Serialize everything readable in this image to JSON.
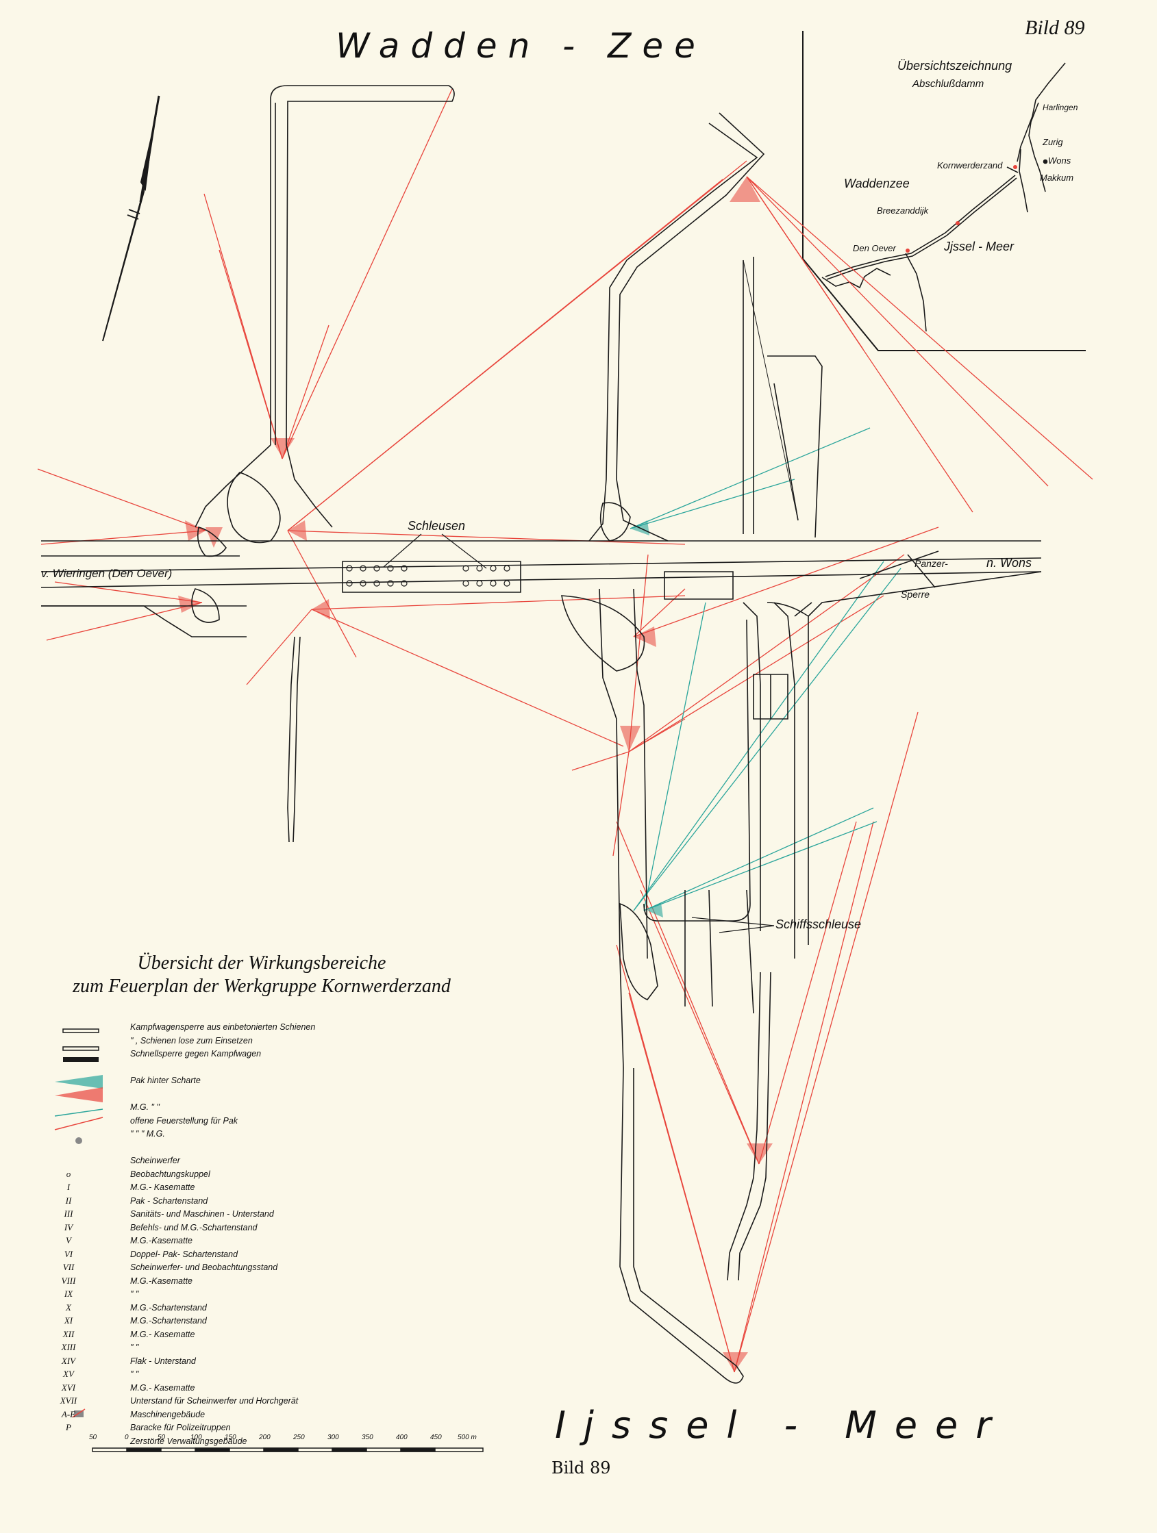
{
  "titles": {
    "sea_top": "Wadden - Zee",
    "sea_bottom": "Ijssel - Meer",
    "bild_top": "Bild 89",
    "bild_bottom": "Bild 89"
  },
  "labels": {
    "schleusen": "Schleusen",
    "wieringen": "v. Wieringen (Den Oever)",
    "wons": "n. Wons",
    "panzer": "Panzer-",
    "sperre": "Sperre",
    "schiffsschleuse": "Schiffsschleuse"
  },
  "inset": {
    "title": "Übersichtszeichnung",
    "subtitle": "Abschlußdamm",
    "places": {
      "harlingen": "Harlingen",
      "zurig": "Zurig",
      "wons": "Wons",
      "makkum": "Makkum",
      "kornwerderzand": "Kornwerderzand",
      "waddenzee": "Waddenzee",
      "breezanddijk": "Breezanddijk",
      "den_oever": "Den Oever",
      "ijssel_meer": "Jjssel - Meer"
    }
  },
  "legend": {
    "title_line1": "Übersicht der Wirkungsbereiche",
    "title_line2": "zum Feuerplan der Werkgruppe Kornwerderzand",
    "items": [
      {
        "symbol": "",
        "text": "Kampfwagensperre aus einbetonierten Schienen"
      },
      {
        "symbol": "",
        "text": "\"  , Schienen lose zum Einsetzen"
      },
      {
        "symbol": "",
        "text": "Schnellsperre gegen Kampfwagen"
      },
      {
        "symbol": "",
        "text": ""
      },
      {
        "symbol": "",
        "text": "Pak hinter Scharte"
      },
      {
        "symbol": "",
        "text": ""
      },
      {
        "symbol": "",
        "text": "M.G.  \"   \""
      },
      {
        "symbol": "",
        "text": "offene Feuerstellung für Pak"
      },
      {
        "symbol": "",
        "text": "\"   \"   \"  M.G."
      },
      {
        "symbol": "",
        "text": ""
      },
      {
        "symbol": "",
        "text": "Scheinwerfer"
      },
      {
        "symbol": "o",
        "text": "Beobachtungskuppel"
      },
      {
        "symbol": "I",
        "text": "M.G.- Kasematte"
      },
      {
        "symbol": "II",
        "text": "Pak - Schartenstand"
      },
      {
        "symbol": "III",
        "text": "Sanitäts- und Maschinen - Unterstand"
      },
      {
        "symbol": "IV",
        "text": "Befehls- und M.G.-Schartenstand"
      },
      {
        "symbol": "V",
        "text": "M.G.-Kasematte"
      },
      {
        "symbol": "VI",
        "text": "Doppel- Pak- Schartenstand"
      },
      {
        "symbol": "VII",
        "text": "Scheinwerfer- und Beobachtungsstand"
      },
      {
        "symbol": "VIII",
        "text": "M.G.-Kasematte"
      },
      {
        "symbol": "IX",
        "text": "\"   \""
      },
      {
        "symbol": "X",
        "text": "M.G.-Schartenstand"
      },
      {
        "symbol": "XI",
        "text": "M.G.-Schartenstand"
      },
      {
        "symbol": "XII",
        "text": "M.G.- Kasematte"
      },
      {
        "symbol": "XIII",
        "text": "\"   \""
      },
      {
        "symbol": "XIV",
        "text": "Flak - Unterstand"
      },
      {
        "symbol": "XV",
        "text": "\"   \""
      },
      {
        "symbol": "XVI",
        "text": "M.G.- Kasematte"
      },
      {
        "symbol": "XVII",
        "text": "Unterstand für Scheinwerfer und Horchgerät"
      },
      {
        "symbol": "A-E",
        "text": "Maschinengebäude"
      },
      {
        "symbol": "P",
        "text": "Baracke für Polizeitruppen"
      },
      {
        "symbol": "",
        "text": "Zerstörte Verwaltungsgebäude"
      }
    ]
  },
  "scale": {
    "ticks": [
      "50",
      "0",
      "50",
      "100",
      "150",
      "200",
      "250",
      "300",
      "350",
      "400",
      "450",
      "500 m"
    ]
  },
  "colors": {
    "paper": "#fbf8e9",
    "ink": "#1a1a1a",
    "fire_mg": "#e8453c",
    "fire_pak": "#2aa59b"
  }
}
